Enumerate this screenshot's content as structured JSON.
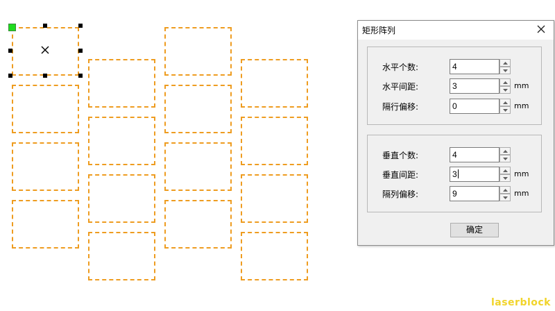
{
  "dialog": {
    "title": "矩形阵列",
    "horizontal_group": {
      "rows": [
        {
          "label": "水平个数:",
          "value": "4",
          "unit": ""
        },
        {
          "label": "水平间距:",
          "value": "3",
          "unit": "mm"
        },
        {
          "label": "隔行偏移:",
          "value": "0",
          "unit": "mm"
        }
      ]
    },
    "vertical_group": {
      "rows": [
        {
          "label": "垂直个数:",
          "value": "4",
          "unit": ""
        },
        {
          "label": "垂直间距:",
          "value": "3",
          "unit": "mm"
        },
        {
          "label": "隔列偏移:",
          "value": "9",
          "unit": "mm"
        }
      ]
    },
    "ok_label": "确定"
  },
  "canvas": {
    "columns": 4,
    "rows": 4,
    "cell_color": "#ee9c20",
    "selection_anchor_color": "#1fdc1f"
  },
  "watermark": "laserblock"
}
